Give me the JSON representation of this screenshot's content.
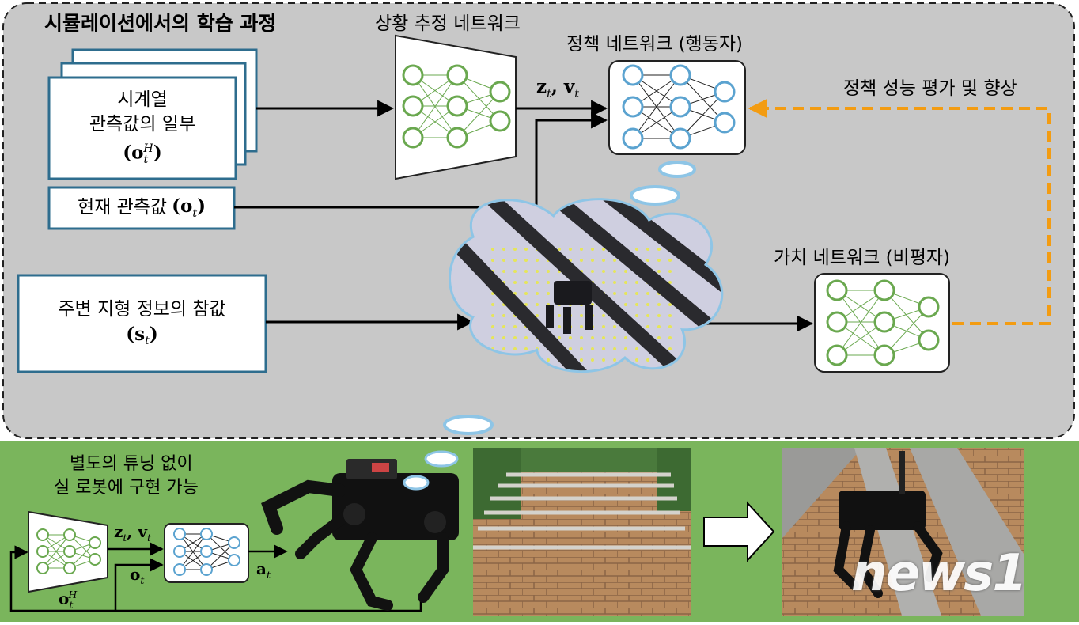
{
  "sim_title": "시뮬레이션에서의 학습 과정",
  "estimator_title": "상황 추정 네트워크",
  "policy_title": "정책 네트워크 (행동자)",
  "value_title": "가치 네트워크 (비평자)",
  "improve_label": "정책 성능 평가 및 향상",
  "history_box": {
    "line1": "시계열",
    "line2": "관측값의 일부",
    "symbol": "o",
    "sub": "t",
    "sup": "H"
  },
  "current_box": {
    "label": "현재 관측값",
    "symbol": "o",
    "sub": "t"
  },
  "terrain_box": {
    "label": "주변 지형 정보의 참값",
    "symbol": "s",
    "sub": "t"
  },
  "zv_label": {
    "z": "z",
    "v": "v",
    "sub": "t"
  },
  "real_title_1": "별도의 튜닝 없이",
  "real_title_2": "실 로봇에 구현 가능",
  "real_o": "o",
  "real_a": "a",
  "watermark": "news1",
  "colors": {
    "sim_bg": "#c8c8c8",
    "real_bg": "#7ab55c",
    "box_border": "#2e6d8e",
    "green_node": "#6aa84f",
    "blue_node": "#5ba3d0",
    "orange": "#f39c12"
  }
}
